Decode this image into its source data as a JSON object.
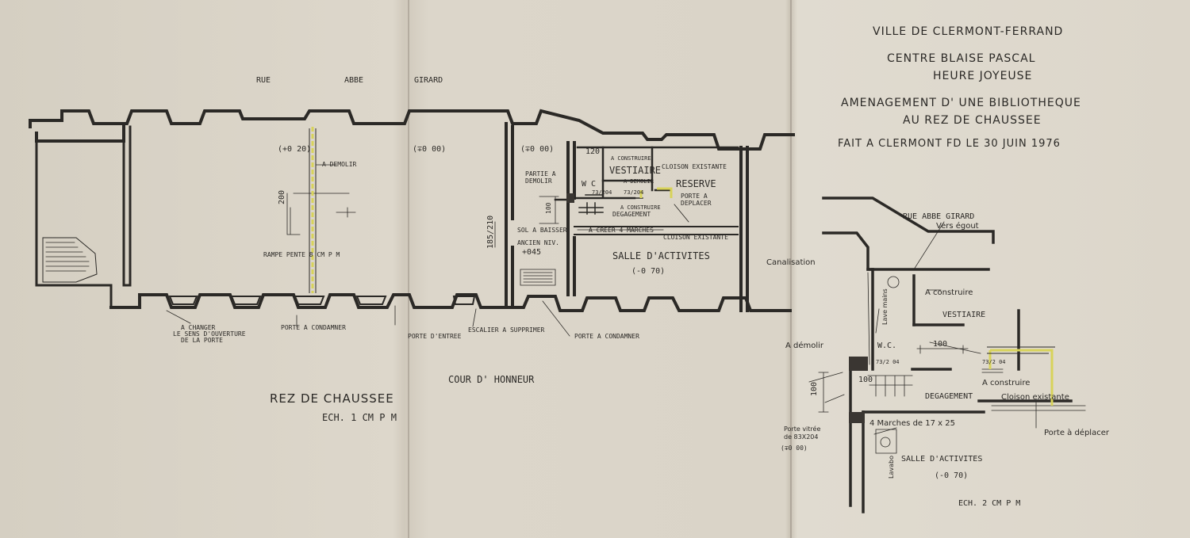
{
  "title_block": {
    "city": "VILLE DE CLERMONT-FERRAND",
    "centre": "CENTRE BLAISE PASCAL",
    "sub": "HEURE JOYEUSE",
    "project_1": "AMENAGEMENT D' UNE BIBLIOTHEQUE",
    "project_2": "AU REZ DE CHAUSSEE",
    "date": "FAIT A CLERMONT FD LE 30 JUIN 1976"
  },
  "plan": {
    "street_1": "RUE",
    "street_2": "ABBE",
    "street_3": "GIRARD",
    "level_a": "(+0 20)",
    "level_b": "(∓0 00)",
    "level_c": "(∓0 00)",
    "a_demolir": "A DEMOLIR",
    "dim_200": "200",
    "rampe": "RAMPE PENTE 8 CM P M",
    "dim_120": "120",
    "a_construire_1": "A CONSTRUIRE",
    "vestiaire": "VESTIAIRE",
    "cloison_1": "CLOISON EXISTANTE",
    "partie_a": "PARTIE A",
    "demolir": "DEMOLIR",
    "wc": "W C",
    "a_demolir_2": "A DEMOLIR",
    "reserve": "RESERVE",
    "door_73a": "73/204",
    "door_73b": "73/204",
    "porte_a": "PORTE A",
    "deplacer": "DEPLACER",
    "a_construire_2": "A CONSTRUIRE",
    "degagement": "DEGAGEMENT",
    "dim_100": "100",
    "sol": "SOL A BAISSER",
    "creer": "A CREER 4 MARCHES",
    "cloison_2": "CLOISON EXISTANTE",
    "dim_185": "185/210",
    "ancien": "ANCIEN NIV.",
    "ancien_val": "+045",
    "salle": "SALLE D'ACTIVITES",
    "salle_lvl": "(-0 70)",
    "a_changer": "A CHANGER",
    "sens_1": "LE SENS D'OUVERTURE",
    "sens_2": "DE LA PORTE",
    "porte_condamner_1": "PORTE A CONDAMNER",
    "porte_entree": "PORTE D'ENTREE",
    "escalier": "ESCALIER A SUPPRIMER",
    "porte_condamner_2": "PORTE A CONDAMNER",
    "cour": "COUR D' HONNEUR",
    "rez": "REZ DE CHAUSSEE",
    "ech1": "ECH. 1 CM P M"
  },
  "detail": {
    "rue": "RUE ABBE GIRARD",
    "egout": "Vers égout",
    "canalisation": "Canalisation",
    "a_construire_1": "A construire",
    "vestiaire": "VESTIAIRE",
    "lave_mains": "Lave mains",
    "wc": "W.C.",
    "dim_100a": "100",
    "a_demolir": "A démolir",
    "door_73a": "73/2 04",
    "door_73b": "73/2 04",
    "a_construire_2": "A construire",
    "dim_100b": "100",
    "dim_100c": "100",
    "degagement": "DEGAGEMENT",
    "cloison": "Cloison existante",
    "marches": "4 Marches de 17 x 25",
    "porte_vitree_1": "Porte vitrée",
    "porte_vitree_2": "de 83X204",
    "porte_vitree_3": "(∓0 00)",
    "porte_deplacer": "Porte à déplacer",
    "lavabo": "Lavabo",
    "salle": "SALLE D'ACTIVITES",
    "salle_lvl": "(-0 70)",
    "ech2": "ECH. 2 CM P M"
  },
  "colors": {
    "ink": "#2b2926",
    "highlight": "#d8d35a",
    "paper": "#dcd6ca"
  }
}
